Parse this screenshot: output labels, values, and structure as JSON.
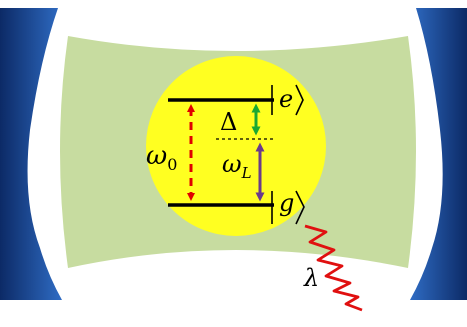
{
  "labels": {
    "delta": "Δ",
    "omega_zero_base": "ω",
    "omega_zero_sub": "0",
    "omega_laser_base": "ω",
    "omega_laser_sub": "L",
    "excited_state": "e",
    "ground_state": "g",
    "wavelength": "λ"
  },
  "colors": {
    "mirror_dark": "#0c2a66",
    "mirror_light": "#2f6cc4",
    "cavity_mode": "#c7dca0",
    "atom": "#ffff21",
    "level_line": "#000000",
    "transition_arrow": "#e00000",
    "detuning_arrow": "#19a832",
    "laser_arrow": "#6a3a8c",
    "photon_wave": "#e01010"
  }
}
